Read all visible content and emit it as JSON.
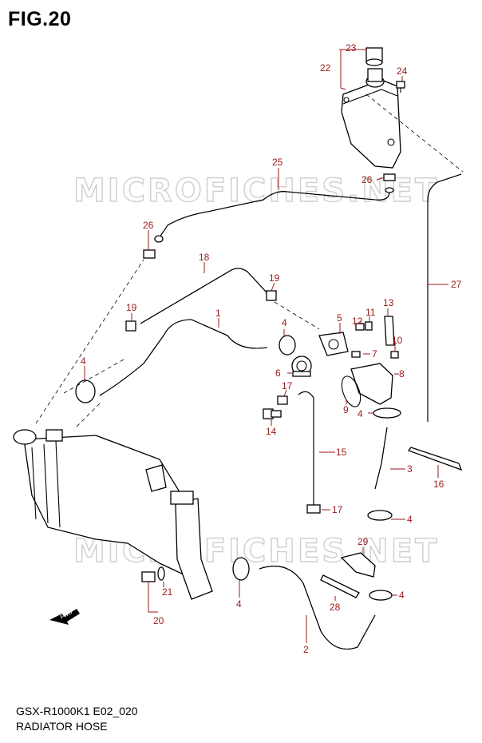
{
  "figure": {
    "title": "FIG.20"
  },
  "footer": {
    "model": "GSX-R1000K1 E02_020",
    "section": "RADIATOR HOSE"
  },
  "watermark": {
    "text": "MICROFICHES.NET"
  },
  "front_arrow": {
    "text": "FWD"
  },
  "labels": {
    "l1": "1",
    "l2": "2",
    "l3": "3",
    "l4a": "4",
    "l4b": "4",
    "l4c": "4",
    "l4d": "4",
    "l4e": "4",
    "l4f": "4",
    "l5": "5",
    "l6": "6",
    "l7": "7",
    "l8": "8",
    "l9": "9",
    "l10": "10",
    "l11": "11",
    "l12": "12",
    "l13": "13",
    "l14": "14",
    "l15": "15",
    "l16": "16",
    "l17a": "17",
    "l17b": "17",
    "l18": "18",
    "l19a": "19",
    "l19b": "19",
    "l20": "20",
    "l21": "21",
    "l22": "22",
    "l23": "23",
    "l24": "24",
    "l25": "25",
    "l26a": "26",
    "l26b": "26",
    "l27": "27",
    "l28": "28",
    "l29": "29"
  },
  "colors": {
    "callout": "#9a1a1a",
    "line": "#000000",
    "watermark": "#cfcfcf"
  }
}
